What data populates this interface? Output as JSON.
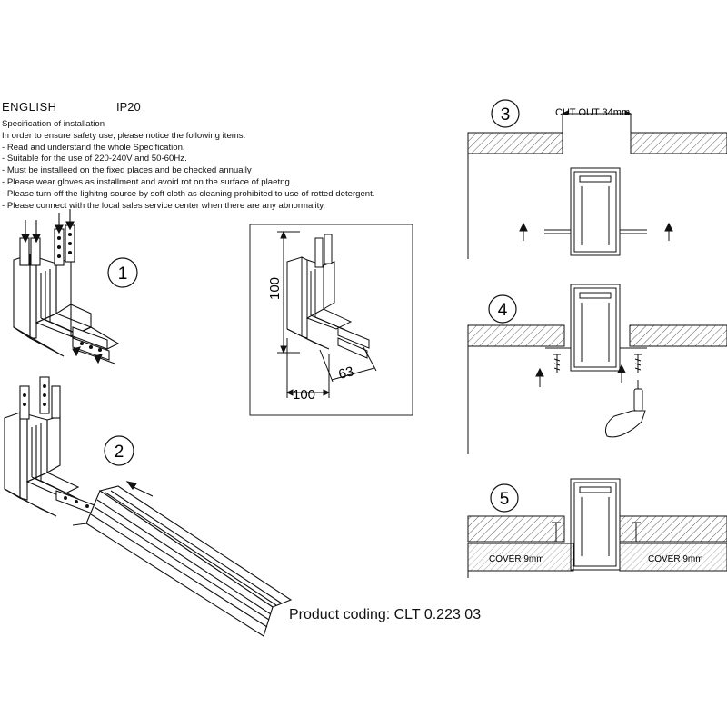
{
  "header": {
    "language": "ENGLISH",
    "ip_rating": "IP20"
  },
  "spec": {
    "title": "Specification of installation",
    "intro": "In order to ensure safety use, please notice the following items:",
    "items": [
      "- Read and understand the whole Specification.",
      "- Suitable for the use of 220-240V and 50-60Hz.",
      "- Must be installeed on the fixed places and be checked annually",
      "- Please wear gloves as installment and avoid rot on the surface of plaetng.",
      "- Please turn off the lighitng source by soft cloth as cleaning prohibited to use of rotted detergent.",
      "- Please connect with the local sales service center when there are any abnormality."
    ]
  },
  "steps": {
    "s1": "1",
    "s2": "2",
    "s3": "3",
    "s4": "4",
    "s5": "5"
  },
  "dimensions": {
    "height": "100",
    "width": "100",
    "diagonal": "63"
  },
  "cutout": "CUT OUT 34mm",
  "cover_left": "COVER 9mm",
  "cover_right": "COVER 9mm",
  "product_coding": "Product coding: CLT 0.223 03"
}
